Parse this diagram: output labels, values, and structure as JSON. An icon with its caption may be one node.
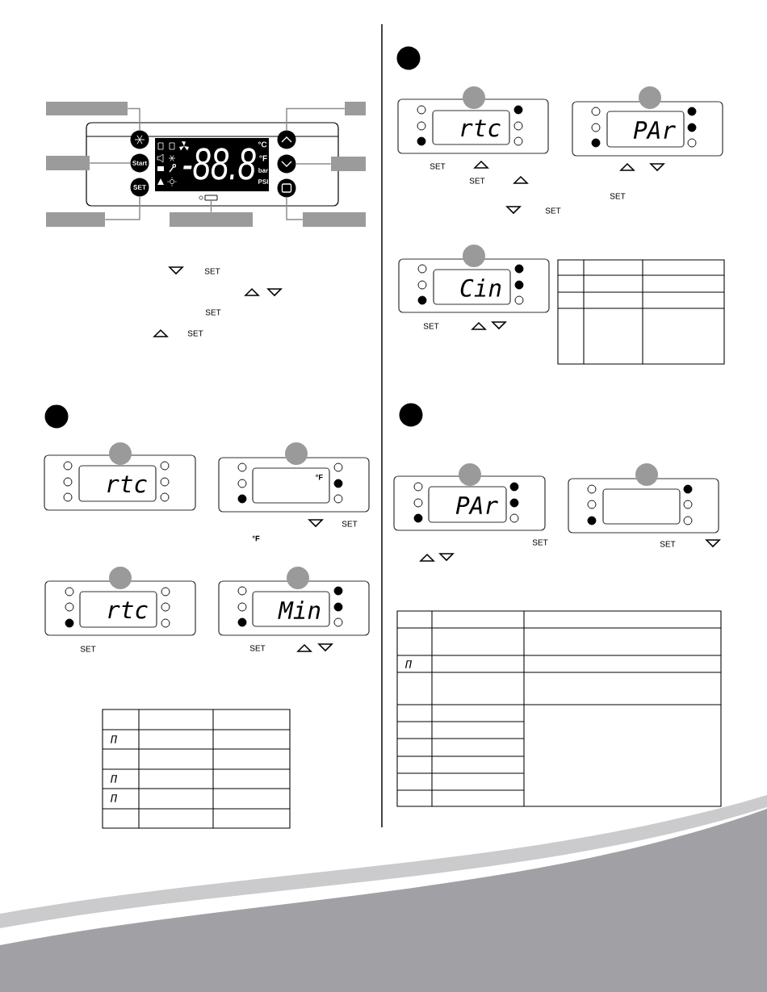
{
  "diagram": {
    "nodes": [
      {
        "text": [],
        "shape": "box"
      },
      {
        "text": [],
        "shape": "box"
      },
      {
        "text": [],
        "shape": "box"
      },
      {
        "text": [],
        "shape": "circle",
        "in": 2
      },
      {
        "text": [
          "-88.8",
          "°C",
          "°F",
          "bar",
          "PSI"
        ],
        "in": 2
      },
      {
        "text": [],
        "shape": "circle",
        "in": 2
      },
      {
        "text": [
          "Start"
        ],
        "in": 2
      },
      {
        "text": [],
        "shape": "circle",
        "in": 2
      },
      {
        "text": [
          "SET"
        ],
        "in": 2
      },
      {
        "text": [],
        "shape": "circle",
        "in": 2
      },
      {
        "text": [],
        "shape": "box",
        "in": 2
      },
      {
        "text": [],
        "shape": "box"
      },
      {
        "text": [],
        "shape": "box"
      },
      {
        "text": [],
        "shape": "box"
      },
      {
        "text": [],
        "shape": "box"
      },
      {
        "text": [],
        "shape": "box"
      },
      {
        "text": [],
        "shape": "box"
      },
      {
        "text": [
          "rtc"
        ],
        "in": 16
      },
      {
        "text": [],
        "shape": "box"
      },
      {
        "text": [
          "°F"
        ],
        "in": 18
      },
      {
        "text": [],
        "shape": "box"
      },
      {
        "text": [
          "rtc"
        ],
        "in": 20
      },
      {
        "text": [],
        "shape": "box"
      },
      {
        "text": [
          "Min"
        ],
        "in": 22
      },
      {
        "text": [],
        "shape": "box"
      },
      {
        "text": [
          "rtc"
        ],
        "in": 24
      },
      {
        "text": [],
        "shape": "box"
      },
      {
        "text": [
          "PAr"
        ],
        "in": 26
      },
      {
        "text": [],
        "shape": "box"
      },
      {
        "text": [
          "Cin"
        ],
        "in": 28
      },
      {
        "text": [],
        "shape": "box"
      },
      {
        "text": [
          "PAr"
        ],
        "in": 30
      },
      {
        "text": [],
        "shape": "box"
      },
      {
        "text": [],
        "shape": "box",
        "in": 32
      }
    ],
    "edges": [
      {
        "from": 0,
        "to": 3,
        "arrow": "none"
      },
      {
        "from": 1,
        "to": 5,
        "arrow": "none"
      },
      {
        "from": 11,
        "to": 6,
        "arrow": "none"
      },
      {
        "from": 12,
        "to": 7,
        "arrow": "none"
      },
      {
        "from": 13,
        "to": 8,
        "arrow": "none"
      },
      {
        "from": 14,
        "to": 10,
        "arrow": "none"
      },
      {
        "from": 15,
        "to": 9,
        "arrow": "none"
      }
    ],
    "labels": [
      "SET",
      "SET",
      "SET",
      "SET",
      "°F",
      "SET",
      "SET",
      "Π",
      "Π",
      "Π",
      "SET",
      "SET",
      "SET",
      "SET",
      "SET",
      "SET",
      "SET",
      "Π"
    ]
  }
}
